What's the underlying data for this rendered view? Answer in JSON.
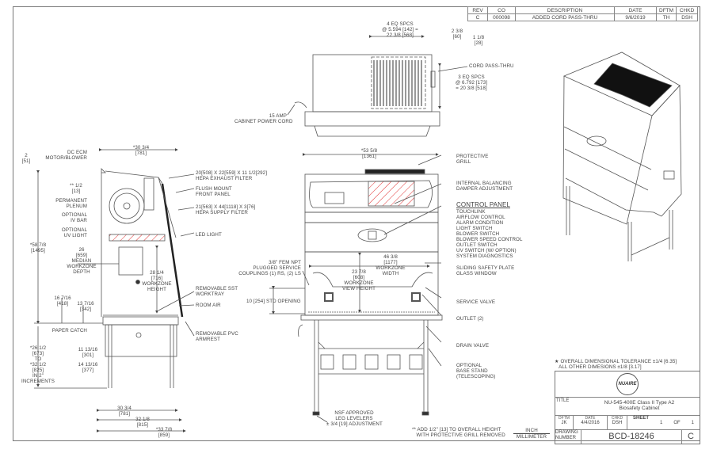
{
  "revision_block": {
    "headers": [
      "REV",
      "CO",
      "DESCRIPTION",
      "DATE",
      "DFTM",
      "CHKD"
    ],
    "rows": [
      [
        "C",
        "000098",
        "ADDED CORD PASS-THRU",
        "9/6/2019",
        "TH",
        "DSH"
      ]
    ]
  },
  "top_view": {
    "dim_spacing_h": "4 EQ SPCS\n@ 5.594 [142] =\n22 3/8 [568]",
    "dim_offset": "2 3/8\n[60]",
    "dim_top": "1 1/8\n[28]",
    "cord_passthru": "CORD PASS-THRU",
    "dim_spacing_v": "3 EQ SPCS\n@ 6.792 [173]\n= 20 3/8 [518]",
    "power_cord": "15 AMP\nCABINET POWER CORD"
  },
  "side_view": {
    "overall_depth": "*30 3/4\n[781]",
    "dim_2": "2\n[51]",
    "motor": "DC ECM\nMOTOR/BLOWER",
    "dim_half": "** 1/2\n[13]",
    "plenum": "PERMANENT\nPLENUM",
    "iv_bar": "OPTIONAL\nIV BAR",
    "uv_light": "OPTIONAL\nUV LIGHT",
    "overall_height": "*58 7/8\n[1495]",
    "workzone_depth": "26\n[659]\nMEDIAN\nWORKZONE\nDEPTH",
    "workzone_height": "28 1/4\n[716]\nWORKZONE\nHEIGHT",
    "dim_16": "16 7/16\n[418]",
    "dim_13": "13 7/16\n[342]",
    "paper_catch": "PAPER CATCH",
    "stand_height": "*26 1/2\n[673]\nTO\n*32 1/2\n[825]\nIN 2\"\nINCREMENTS",
    "dim_11": "11 13/16\n[301]",
    "dim_14": "14 13/16\n[377]",
    "dim_30": "30 3/4\n[781]",
    "dim_32": "32 1/8\n[815]",
    "dim_33": "*33 7/8\n[859]",
    "exhaust_filter": "20[508] X 22[559] X 11 1/2[292]\nHEPA EXHAUST FILTER",
    "front_panel": "FLUSH MOUNT\nFRONT PANEL",
    "supply_filter": "21[563] X 44[1118] X 3[76]\nHEPA SUPPLY FILTER",
    "led_light": "LED LIGHT",
    "worktray": "REMOVABLE SST\nWORKTRAY",
    "room_air": "ROOM AIR",
    "armrest": "REMOVABLE PVC\nARMREST"
  },
  "front_view": {
    "overall_width": "*53 5/8\n[1361]",
    "protective_grill": "PROTECTIVE\nGRILL",
    "damper": "INTERNAL BALANCING\nDAMPER ADJUSTMENT",
    "control_panel_title": "CONTROL PANEL",
    "control_panel_items": [
      "TOUCHLINK",
      "AIRFLOW CONTROL",
      "ALARM CONDITION",
      "LIGHT SWITCH",
      "BLOWER SWITCH",
      "BLOWER SPEED CONTROL",
      "OUTLET SWITCH",
      "UV SWITCH (W/ OPTION)",
      "SYSTEM DIAGNOSTICS"
    ],
    "service_couplings": "3/8\" FEM NPT\nPLUGGED SERVICE\nCOUPLINGS (1) RS, (2) LS",
    "workzone_width": "46 3/8\n[1177]\nWORKZONE\nWIDTH",
    "view_height": "23 7/8\n[608]\nWORKZONE\nVIEW HEIGHT",
    "std_opening": "10 [254] STD OPENING",
    "sash": "SLIDING SAFETY PLATE\nGLASS WINDOW",
    "service_valve": "SERVICE VALVE",
    "outlet": "OUTLET (2)",
    "drain_valve": "DRAIN VALVE",
    "base_stand": "OPTIONAL\nBASE STAND\n(TELESCOPING)",
    "leg_levelers": "NSF APPROVED\nLEG LEVELERS\n± 3/4 [19] ADJUSTMENT"
  },
  "notes": {
    "grill_note": "** ADD 1/2\" [13] TO OVERALL HEIGHT\n   WITH PROTECTIVE GRILL REMOVED",
    "units_top": "INCH",
    "units_bottom": "MILLIMETER",
    "tolerance": "★ OVERALL DIMENSIONAL TOLERANCE ±1/4 [6.35]\n   ALL OTHER DIMESIONS ±1/8 [3.17]"
  },
  "title_block": {
    "logo": "NUAIRE",
    "title_label": "TITLE",
    "title": "NU-545-400E Class II Type A2\nBiosafety Cabinet",
    "dftm_label": "DFTM",
    "dftm": "JK",
    "date_label": "DATE",
    "date": "4/4/2016",
    "chkd_label": "CHKD",
    "chkd": "DSH",
    "sheet_label": "SHEET",
    "sheet": "1",
    "of_label": "OF",
    "of": "1",
    "drawing_label": "DRAWING\nNUMBER",
    "drawing_number": "BCD-18246",
    "rev": "C"
  },
  "colors": {
    "line": "#555555",
    "filter_hatch": "#e03030",
    "frame": "#777777"
  }
}
